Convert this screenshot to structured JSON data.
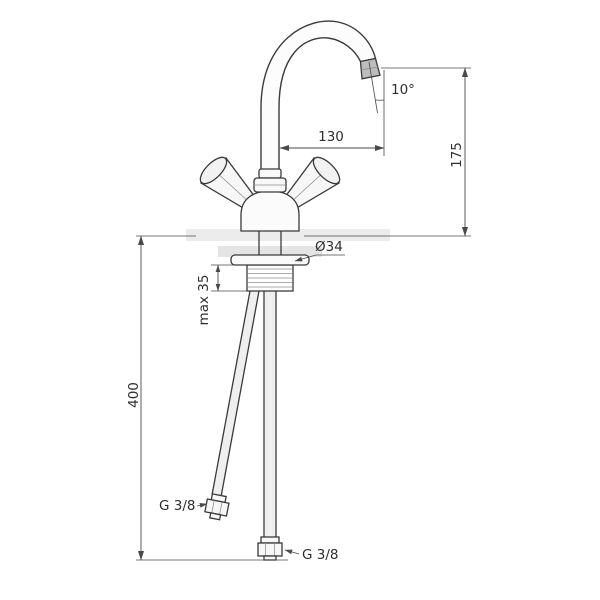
{
  "drawing": {
    "labels": {
      "spout_angle": "10°",
      "spout_reach": "130",
      "spout_height": "175",
      "base_diameter": "Ø34",
      "mounting_max": "max 35",
      "hose_drop": "400",
      "left_hose_thread": "G 3/8",
      "bottom_hose_thread": "G 3/8"
    }
  }
}
